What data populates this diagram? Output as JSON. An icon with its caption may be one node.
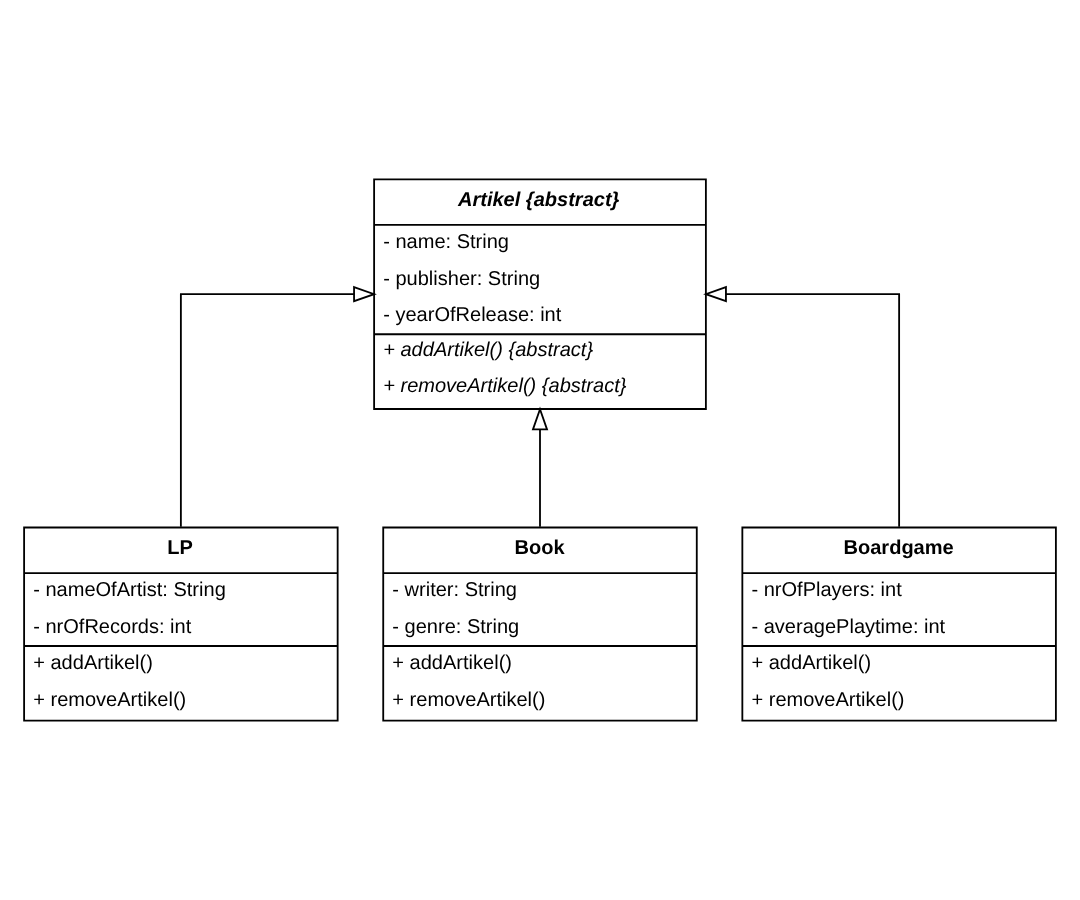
{
  "diagram": {
    "nodes": [
      {
        "text": [
          "Artikel {abstract}",
          "- name: String",
          "- publisher: String",
          "- yearOfRelease: int",
          "+ addArtikel() {abstract}",
          "+ removeArtikel() {abstract}"
        ]
      },
      {
        "text": [
          "LP",
          "- nameOfArtist: String",
          "- nrOfRecords: int",
          "+ addArtikel()",
          "+ removeArtikel()"
        ]
      },
      {
        "text": [
          "Book",
          "- writer: String",
          "- genre: String",
          "+ addArtikel()",
          "+ removeArtikel()"
        ]
      },
      {
        "text": [
          "Boardgame",
          "- nrOfPlayers: int",
          "- averagePlaytime: int",
          "+ addArtikel()",
          "+ removeArtikel()"
        ]
      }
    ],
    "edges": [
      {
        "from": 1,
        "to": 0,
        "arrow": "to"
      },
      {
        "from": 2,
        "to": 0,
        "arrow": "to"
      },
      {
        "from": 3,
        "to": 0,
        "arrow": "to"
      }
    ]
  }
}
